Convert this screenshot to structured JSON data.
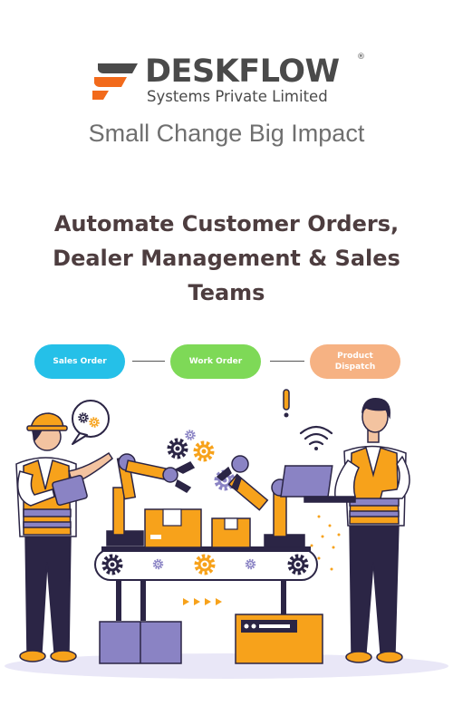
{
  "logo": {
    "wordmark": "DESKFLOW",
    "registered": "®",
    "subtitle": "Systems Private Limited",
    "colors": {
      "orange": "#f26a1b",
      "gray": "#4a4a4a"
    }
  },
  "tagline": "Small Change Big Impact",
  "headline": "Automate Customer Orders, Dealer Management & Sales Teams",
  "flow": {
    "steps": [
      {
        "label": "Sales Order",
        "color": "#25c0e8"
      },
      {
        "label": "Work Order",
        "color": "#7ed957"
      },
      {
        "label": "Product Dispatch",
        "color": "#f6b283"
      }
    ]
  },
  "illustration": {
    "icons": [
      "worker-left",
      "worker-right",
      "robot-arm-left",
      "robot-arm-right",
      "conveyor-belt",
      "gear-icon",
      "wifi-icon",
      "laptop-icon",
      "tablet-icon",
      "cardboard-box-icon",
      "exclamation-icon",
      "control-panel"
    ],
    "colors": {
      "orange": "#f7a21b",
      "navy": "#2b2545",
      "purple": "#8a83c4",
      "lavender": "#e9e7f7",
      "skin": "#f3c3a0"
    }
  }
}
